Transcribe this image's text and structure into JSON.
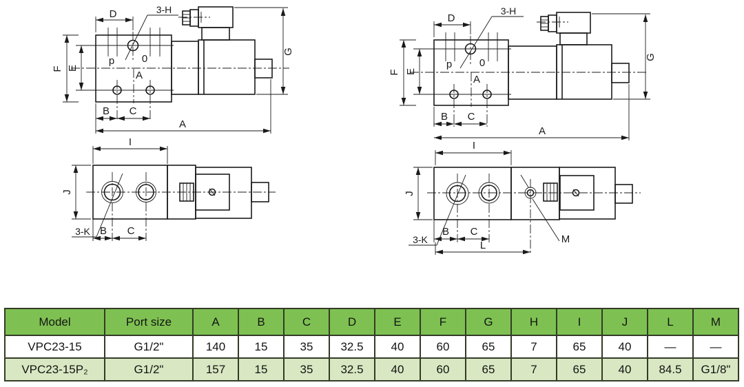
{
  "drawing": {
    "line_color": "#1a1a1a",
    "labels": {
      "three_h": "3-H",
      "three_k": "3-K",
      "d": "D",
      "e": "E",
      "f": "F",
      "g": "G",
      "a": "A",
      "b": "B",
      "c": "C",
      "i": "I",
      "j": "J",
      "l": "L",
      "m": "M",
      "p": "p",
      "o": "0"
    }
  },
  "table": {
    "header_bg": "#7ec152",
    "row_alt_bg": "#d9e8c2",
    "border_color": "#333b26",
    "headers": [
      "Model",
      "Port size",
      "A",
      "B",
      "C",
      "D",
      "E",
      "F",
      "G",
      "H",
      "I",
      "J",
      "L",
      "M"
    ],
    "rows": [
      [
        "VPC23-15",
        "G1/2\"",
        "140",
        "15",
        "35",
        "32.5",
        "40",
        "60",
        "65",
        "7",
        "65",
        "40",
        "—",
        "—"
      ],
      [
        "VPC23-15P₂",
        "G1/2\"",
        "157",
        "15",
        "35",
        "32.5",
        "40",
        "60",
        "65",
        "7",
        "65",
        "40",
        "84.5",
        "G1/8\""
      ]
    ]
  }
}
